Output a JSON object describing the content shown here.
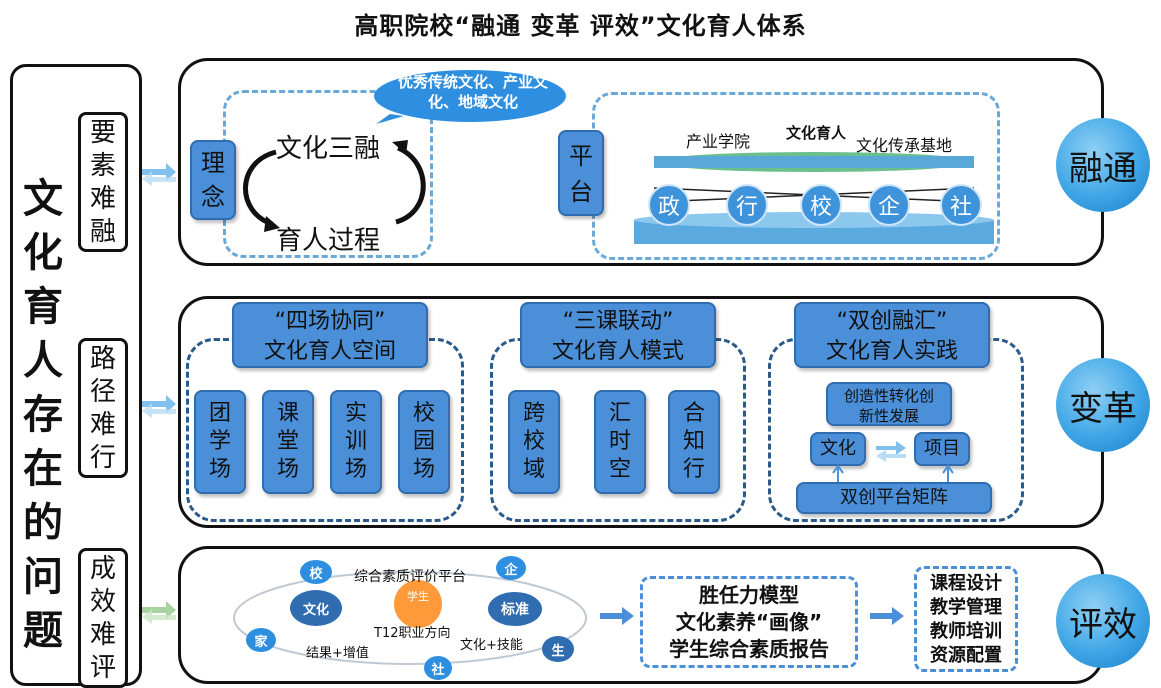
{
  "title": "高职院校“融通 变革 评效”文化育人体系",
  "left": {
    "big_text": [
      "文",
      "化",
      "育",
      "人",
      "存",
      "在",
      "的",
      "问",
      "题"
    ],
    "problems": [
      {
        "chars": [
          "要",
          "素",
          "难",
          "融"
        ]
      },
      {
        "chars": [
          "路",
          "径",
          "难",
          "行"
        ]
      },
      {
        "chars": [
          "成",
          "效",
          "难",
          "评"
        ]
      }
    ]
  },
  "row1": {
    "concept_chars": [
      "理",
      "念"
    ],
    "cloud_text": "优秀传统文化、产业文化、地域文化",
    "cycle_top": "文化三融",
    "cycle_bottom": "育人过程",
    "platform_chars": [
      "平",
      "台"
    ],
    "stage_left": "产业学院",
    "stage_mid": "文化育人",
    "stage_right": "文化传承基地",
    "rings": [
      "政",
      "行",
      "校",
      "企",
      "社"
    ],
    "label": "融通"
  },
  "row2": {
    "groups": [
      {
        "title_1": "“四场协同”",
        "title_2": "文化育人空间",
        "items": [
          [
            "团",
            "学",
            "场"
          ],
          [
            "课",
            "堂",
            "场"
          ],
          [
            "实",
            "训",
            "场"
          ],
          [
            "校",
            "园",
            "场"
          ]
        ]
      },
      {
        "title_1": "“三课联动”",
        "title_2": "文化育人模式",
        "items": [
          [
            "跨",
            "校",
            "域"
          ],
          [
            "汇",
            "时",
            "空"
          ],
          [
            "合",
            "知",
            "行"
          ]
        ]
      },
      {
        "title_1": "“双创融汇”",
        "title_2": "文化育人实践",
        "top_box": "创造性转化创新性发展",
        "left_box": "文化",
        "right_box": "项目",
        "bottom_box": "双创平台矩阵"
      }
    ],
    "label": "变革"
  },
  "row3": {
    "platform_title": "综合素质评价平台",
    "center": "学生",
    "center_label": "T12职业方向",
    "inner_left": "文化",
    "inner_right": "标准",
    "outer_nodes": [
      "校",
      "企",
      "家",
      "社",
      "生"
    ],
    "bottom_left": "结果+增值",
    "bottom_right": "文化+技能",
    "model_lines": [
      "胜任力模型",
      "文化素养“画像”",
      "学生综合素质报告"
    ],
    "outcomes": [
      "课程设计",
      "教学管理",
      "教师培训",
      "资源配置"
    ],
    "label": "评效"
  },
  "colors": {
    "accent": "#4a8fd8",
    "dash_light": "#6aa8d8",
    "dash_dark": "#2a5a8a",
    "circle": "#3fa6e6"
  }
}
